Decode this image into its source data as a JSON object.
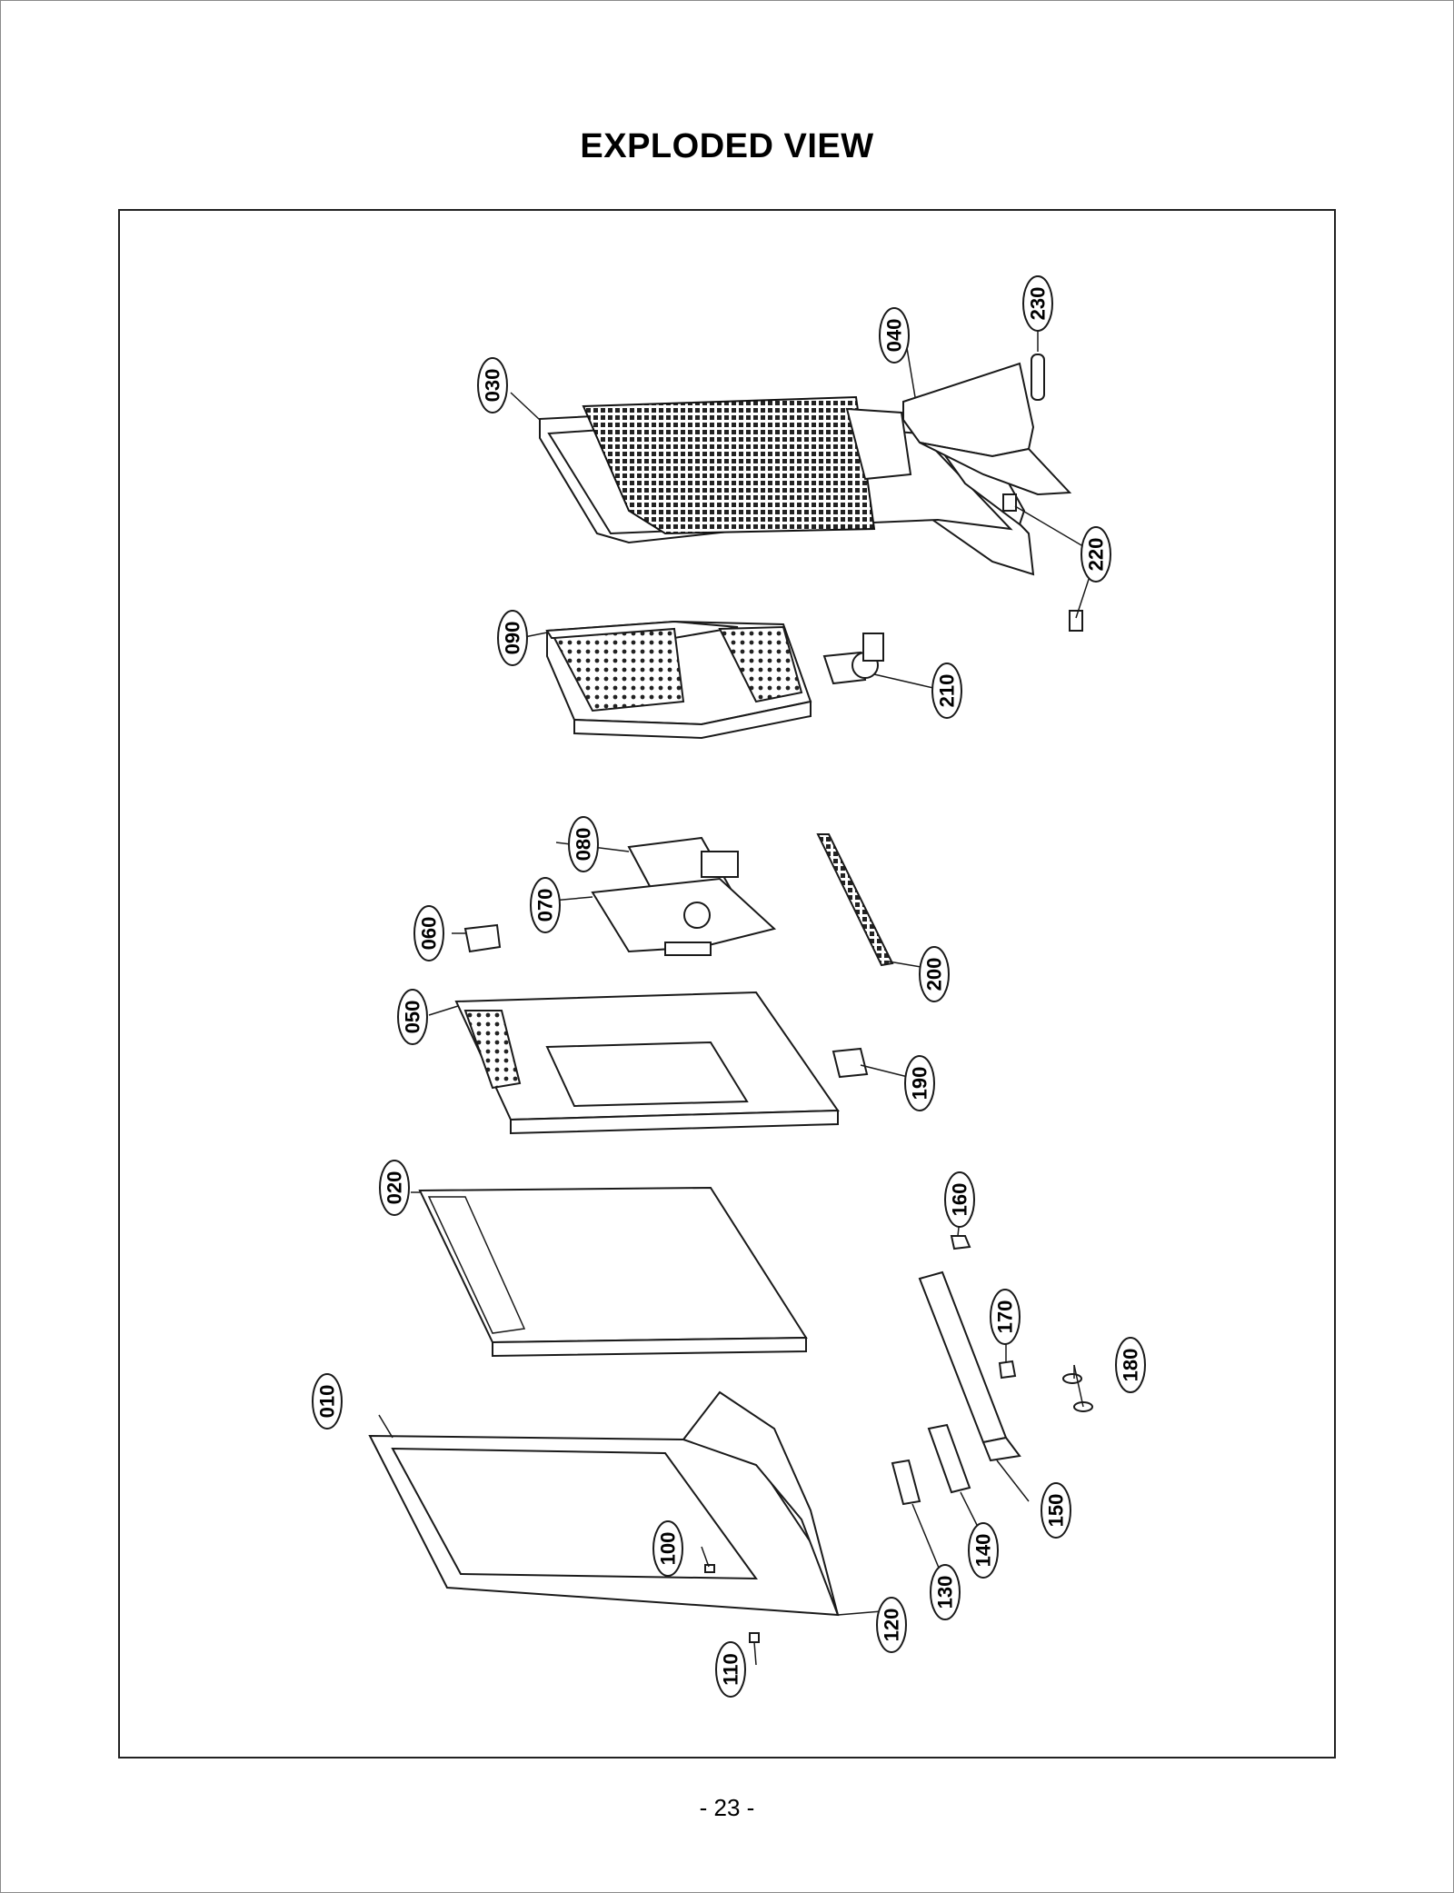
{
  "title": "EXPLODED VIEW",
  "page_number": "- 23 -",
  "callouts": [
    {
      "id": "230",
      "label": "230"
    },
    {
      "id": "040",
      "label": "040"
    },
    {
      "id": "030",
      "label": "030"
    },
    {
      "id": "220",
      "label": "220"
    },
    {
      "id": "090",
      "label": "090"
    },
    {
      "id": "210",
      "label": "210"
    },
    {
      "id": "080",
      "label": "080"
    },
    {
      "id": "070",
      "label": "070"
    },
    {
      "id": "060",
      "label": "060"
    },
    {
      "id": "200",
      "label": "200"
    },
    {
      "id": "050",
      "label": "050"
    },
    {
      "id": "190",
      "label": "190"
    },
    {
      "id": "020",
      "label": "020"
    },
    {
      "id": "160",
      "label": "160"
    },
    {
      "id": "170",
      "label": "170"
    },
    {
      "id": "180",
      "label": "180"
    },
    {
      "id": "010",
      "label": "010"
    },
    {
      "id": "150",
      "label": "150"
    },
    {
      "id": "140",
      "label": "140"
    },
    {
      "id": "130",
      "label": "130"
    },
    {
      "id": "100",
      "label": "100"
    },
    {
      "id": "120",
      "label": "120"
    },
    {
      "id": "110",
      "label": "110"
    }
  ],
  "colors": {
    "line": "#1a1a1a",
    "fill": "#ffffff",
    "shade": "#444444"
  }
}
